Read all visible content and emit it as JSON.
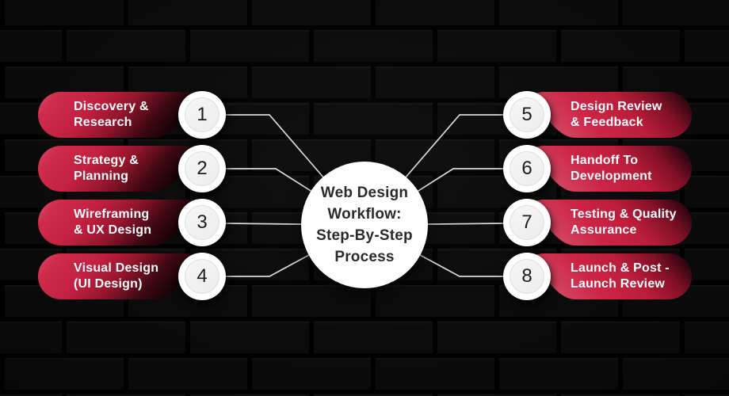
{
  "center": {
    "lines": [
      "Web Design",
      "Workflow:",
      "Step-By-Step",
      "Process"
    ]
  },
  "steps": [
    {
      "number": "1",
      "line1": "Discovery &",
      "line2": "Research"
    },
    {
      "number": "2",
      "line1": "Strategy &",
      "line2": "Planning"
    },
    {
      "number": "3",
      "line1": "Wireframing",
      "line2": "& UX Design"
    },
    {
      "number": "4",
      "line1": "Visual Design",
      "line2": "(UI Design)"
    },
    {
      "number": "5",
      "line1": "Design Review",
      "line2": "& Feedback"
    },
    {
      "number": "6",
      "line1": "Handoff To",
      "line2": "Development"
    },
    {
      "number": "7",
      "line1": "Testing & Quality",
      "line2": "Assurance"
    },
    {
      "number": "8",
      "line1": "Launch & Post -",
      "line2": "Launch Review"
    }
  ],
  "colors": {
    "accent_red": "#cd2646",
    "dark_red": "#150207",
    "pill_text": "#ffffff",
    "badge_fill": "#ffffff",
    "badge_inner": "#f2f2f2",
    "number_color": "#1d1d1d",
    "connector": "#d9d9d9",
    "center_fill": "#ffffff",
    "center_text": "#2b2b2b",
    "brick_face": "#0b0b0b",
    "mortar": "#010101"
  }
}
